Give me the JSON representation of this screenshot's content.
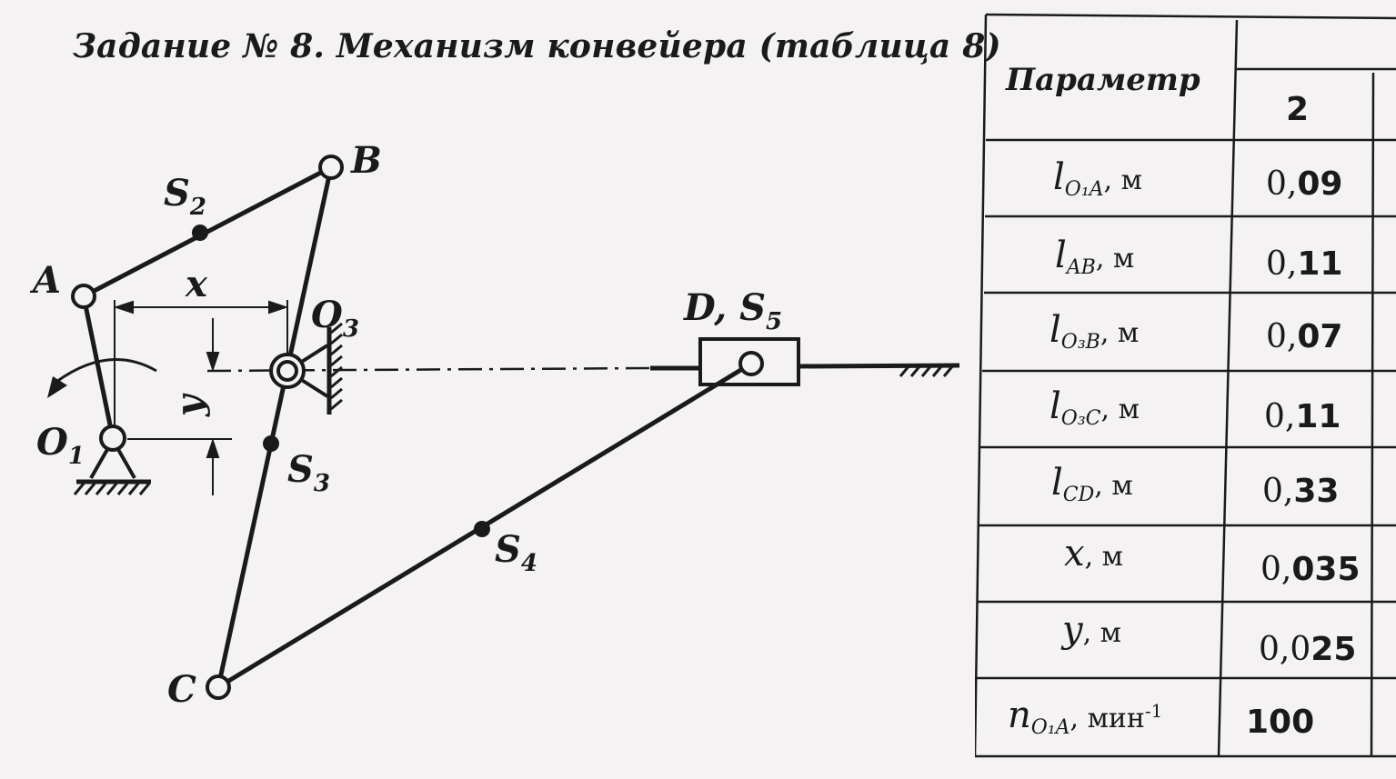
{
  "title": "Задание № 8. Механизм конвейера (таблица 8)",
  "diagram": {
    "labels": {
      "A": "A",
      "B": "B",
      "C": "C",
      "S2": "S",
      "S2_sub": "2",
      "S3": "S",
      "S3_sub": "3",
      "S4": "S",
      "S4_sub": "4",
      "O1": "O",
      "O1_sub": "1",
      "O3": "O",
      "O3_sub": "3",
      "DS5": "D, S",
      "DS5_sub": "5",
      "x": "x",
      "y": "y"
    }
  },
  "table": {
    "header": {
      "param": "Параметр",
      "variant": "2"
    },
    "rows": [
      {
        "sym": "l",
        "sub": "O₁A",
        "unit": ", м",
        "int": "0,",
        "frac": "09"
      },
      {
        "sym": "l",
        "sub": "AB",
        "unit": ", м",
        "int": "0,",
        "frac": "11"
      },
      {
        "sym": "l",
        "sub": "O₃B",
        "unit": ", м",
        "int": "0,",
        "frac": "07"
      },
      {
        "sym": "l",
        "sub": "O₃C",
        "unit": ", м",
        "int": "0,",
        "frac": "11"
      },
      {
        "sym": "l",
        "sub": "CD",
        "unit": ", м",
        "int": "0,",
        "frac": "33"
      },
      {
        "sym": "x",
        "sub": "",
        "unit": ", м",
        "int": "0,",
        "frac": "035"
      },
      {
        "sym": "y",
        "sub": "",
        "unit": ", м",
        "int": "0,0",
        "frac": "25"
      },
      {
        "sym": "n",
        "sub": "O₁A",
        "unit": ", мин",
        "sup": "-1",
        "int": "",
        "frac": "100"
      }
    ]
  }
}
